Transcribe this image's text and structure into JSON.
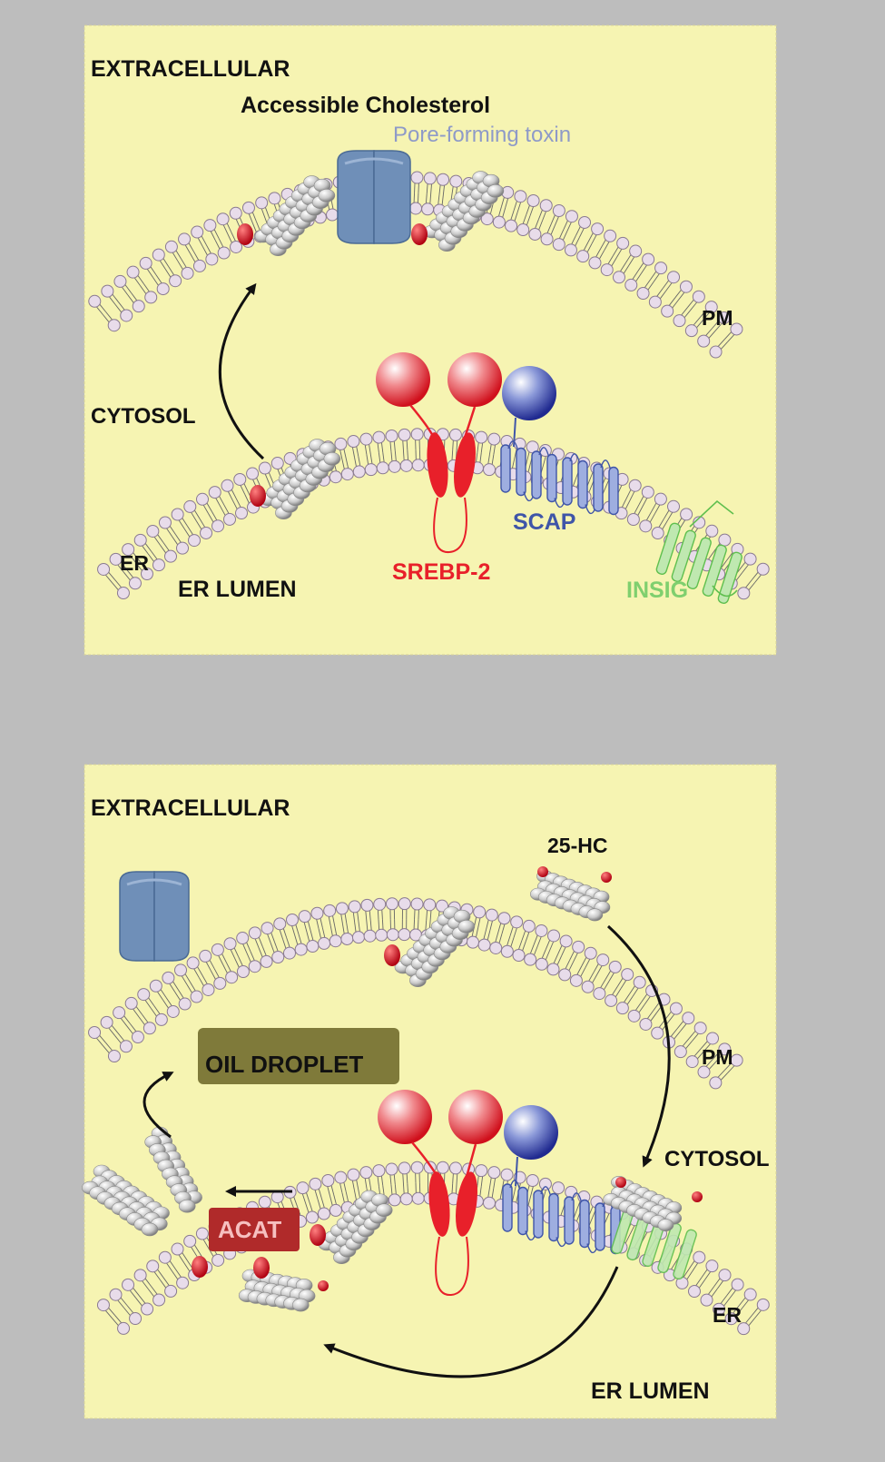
{
  "panel_top": {
    "extracellular": "EXTRACELLULAR",
    "accessible_cholesterol": "Accessible Cholesterol",
    "toxin": "Pore-forming toxin",
    "pm": "PM",
    "cytosol": "CYTOSOL",
    "er": "ER",
    "er_lumen": "ER LUMEN",
    "srebp2": "SREBP-2",
    "scap": "SCAP",
    "insig": "INSIG"
  },
  "panel_bottom": {
    "extracellular": "EXTRACELLULAR",
    "hc25": "25-HC",
    "oil_droplet": "OIL DROPLET",
    "pm": "PM",
    "cytosol": "CYTOSOL",
    "acat": "ACAT",
    "er": "ER",
    "er_lumen": "ER LUMEN"
  },
  "colors": {
    "background": "#bdbdbd",
    "panel": "#f6f4b2",
    "lipid_head": "#e8dcea",
    "toxin": "#6f8fb8",
    "srebp": "#e8202a",
    "scap": "#3f55a8",
    "scap_helix": "#9eaee0",
    "insig": "#7fcf6e",
    "oil_droplet": "#7f7a3a",
    "acat": "#b02a2a",
    "cholesterol": "#c8c8c8"
  }
}
